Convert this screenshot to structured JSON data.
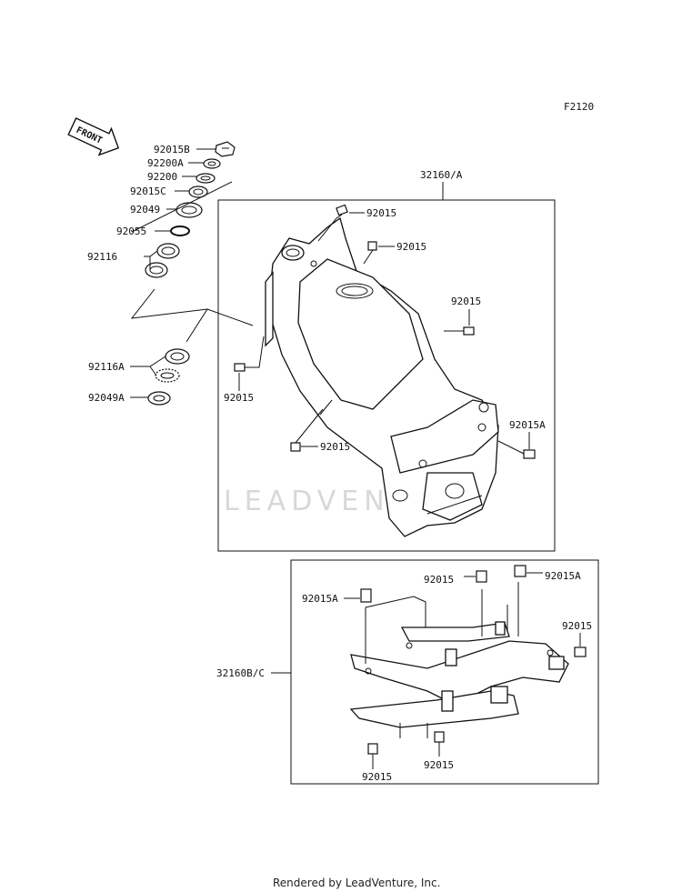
{
  "figure_code": "F2120",
  "front_arrow_label": "FRONT",
  "watermark": "LEADVENTURE",
  "footer": "Rendered by LeadVenture, Inc.",
  "frame_main": {
    "box_label": "32160/A",
    "callouts": [
      "92015",
      "92015",
      "92015",
      "92015",
      "92015",
      "92015A"
    ]
  },
  "steering_parts": [
    "92015B",
    "92200A",
    "92200",
    "92015C",
    "92049",
    "92055",
    "92116",
    "92116A",
    "92049A"
  ],
  "frame_rear": {
    "box_label": "32160B/C",
    "callouts": [
      "92015A",
      "92015",
      "92015A",
      "92015",
      "92015",
      "92015"
    ]
  }
}
